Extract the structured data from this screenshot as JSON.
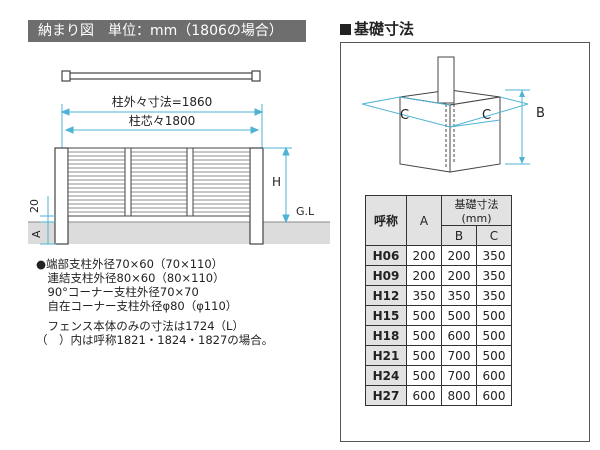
{
  "left_panel": {
    "title": "納まり図　単位：mm（1806の場合）",
    "dim_outer": "柱外々寸法=1860",
    "dim_center": "柱芯々1800",
    "label_h": "H",
    "label_gl": "G.L",
    "label_20": "20",
    "label_a": "A",
    "notes": [
      "●端部支柱外径70×60（70×110）",
      "　連結支柱外径80×60（80×110）",
      "　90°コーナー支柱外径70×70",
      "　自在コーナー支柱外径φ80（φ110）",
      "　フェンス本体のみの寸法は1724（L）",
      "（　）内は呼称1821・1824・1827の場合。"
    ]
  },
  "right_panel": {
    "title": "基礎寸法",
    "label_b": "B",
    "label_c_left": "C",
    "label_c_right": "C",
    "table": {
      "col_name": "呼称",
      "col_a": "A",
      "group_header": "基礎寸法(mm)",
      "col_b": "B",
      "col_c": "C",
      "rows": [
        {
          "name": "H06",
          "a": "200",
          "b": "200",
          "c": "350"
        },
        {
          "name": "H09",
          "a": "200",
          "b": "200",
          "c": "350"
        },
        {
          "name": "H12",
          "a": "350",
          "b": "350",
          "c": "350"
        },
        {
          "name": "H15",
          "a": "500",
          "b": "500",
          "c": "500"
        },
        {
          "name": "H18",
          "a": "500",
          "b": "600",
          "c": "500"
        },
        {
          "name": "H21",
          "a": "500",
          "b": "700",
          "c": "500"
        },
        {
          "name": "H24",
          "a": "500",
          "b": "700",
          "c": "600"
        },
        {
          "name": "H27",
          "a": "600",
          "b": "800",
          "c": "600"
        }
      ]
    }
  },
  "colors": {
    "accent_cyan": "#4fb3d4",
    "header_gray": "#6e6e6e",
    "ground_gray": "#dcdcdc",
    "table_header": "#e2e2e2"
  }
}
